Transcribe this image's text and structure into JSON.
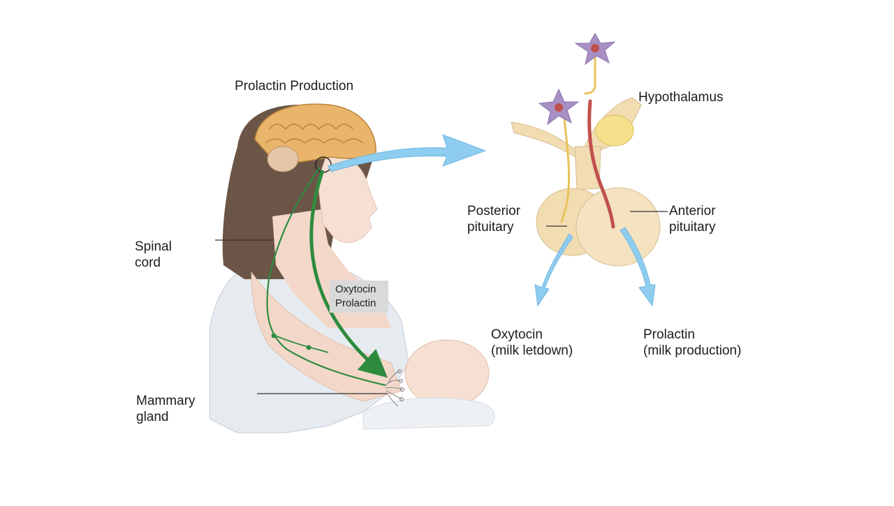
{
  "labels": {
    "title": "Prolactin Production",
    "spinal_cord": [
      "Spinal",
      "cord"
    ],
    "mammary_gland": [
      "Mammary",
      "gland"
    ],
    "hypothalamus": "Hypothalamus",
    "posterior_pituitary": [
      "Posterior",
      "pituitary"
    ],
    "anterior_pituitary": [
      "Anterior",
      "pituitary"
    ],
    "hormone_box": [
      "Oxytocin",
      "Prolactin"
    ],
    "oxytocin_output": [
      "Oxytocin",
      "(milk letdown)"
    ],
    "prolactin_output": [
      "Prolactin",
      "(milk production)"
    ]
  },
  "colors": {
    "neural_pathway": "#2e8b3e",
    "hormone_arrow": "#8fcdf0",
    "brain": "#e8b56a",
    "pituitary": "#f2dcb2",
    "neuron": "#a88fc4",
    "hair": "#6a5546",
    "skin": "#f6dfd3"
  }
}
